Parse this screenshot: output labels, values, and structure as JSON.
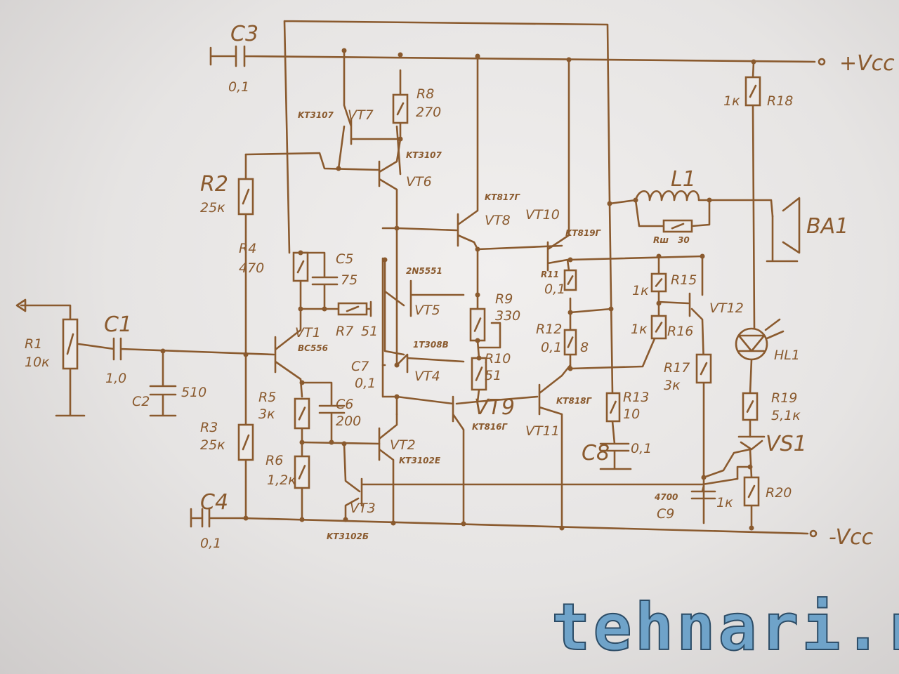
{
  "rails": {
    "pos": "+Vcc",
    "neg": "-Vcc"
  },
  "components": {
    "R1": {
      "ref": "R1",
      "value": "10к"
    },
    "C1": {
      "ref": "C1",
      "value": "1,0"
    },
    "C2": {
      "ref": "C2",
      "value": "510"
    },
    "R2": {
      "ref": "R2",
      "value": "25к"
    },
    "R3": {
      "ref": "R3",
      "value": "25к"
    },
    "C3": {
      "ref": "C3",
      "value": "0,1"
    },
    "C4": {
      "ref": "C4",
      "value": "0,1"
    },
    "R4": {
      "ref": "R4",
      "value": "470"
    },
    "C5": {
      "ref": "C5",
      "value": "75"
    },
    "R7": {
      "ref": "R7",
      "value": "51"
    },
    "R5": {
      "ref": "R5",
      "value": "3к"
    },
    "C6": {
      "ref": "C6",
      "value": "200"
    },
    "R6": {
      "ref": "R6",
      "value": "1,2к"
    },
    "VT1": {
      "ref": "VT1",
      "type": "BC556"
    },
    "VT2": {
      "ref": "VT2",
      "type": "KT3102E"
    },
    "VT3": {
      "ref": "VT3",
      "type": "KT3102Б"
    },
    "VT4": {
      "ref": "VT4",
      "type": "1T308B"
    },
    "VT5": {
      "ref": "VT5",
      "type": "2N5551"
    },
    "VT6": {
      "ref": "VT6",
      "type": "KT3107"
    },
    "VT7": {
      "ref": "VT7",
      "type": "KT3107"
    },
    "VT8": {
      "ref": "VT8",
      "type": "KT817Г"
    },
    "VT9": {
      "ref": "VT9",
      "type": "KT816Г"
    },
    "VT10": {
      "ref": "VT10",
      "type": "KT819Г"
    },
    "VT11": {
      "ref": "VT11",
      "type": "KT818Г"
    },
    "VT12": {
      "ref": "VT12"
    },
    "R8": {
      "ref": "R8",
      "value": "270"
    },
    "R9": {
      "ref": "R9",
      "value": "330"
    },
    "R10": {
      "ref": "R10",
      "value": "51"
    },
    "C7": {
      "ref": "C7",
      "value": "0,1"
    },
    "R11": {
      "ref": "R11",
      "value": "0,1"
    },
    "R12": {
      "ref": "R12",
      "value": "0,1",
      "note": "8"
    },
    "R13": {
      "ref": "R13",
      "value": "10"
    },
    "C8": {
      "ref": "C8",
      "value": "0,1"
    },
    "L1": {
      "ref": "L1"
    },
    "Rsh": {
      "ref": "Rш",
      "value": "30"
    },
    "BA1": {
      "ref": "BA1"
    },
    "R15": {
      "ref": "R15",
      "value": "1к"
    },
    "R16": {
      "ref": "R16",
      "value": "1к"
    },
    "R17": {
      "ref": "R17",
      "value": "3к"
    },
    "R18": {
      "ref": "R18",
      "value": "1к"
    },
    "R19": {
      "ref": "R19",
      "value": "5,1к"
    },
    "R20": {
      "ref": "R20",
      "value": "1к"
    },
    "C9": {
      "ref": "C9",
      "value": "4700"
    },
    "HL1": {
      "ref": "HL1"
    },
    "VS1": {
      "ref": "VS1"
    }
  },
  "watermark": "tehnari.ru"
}
